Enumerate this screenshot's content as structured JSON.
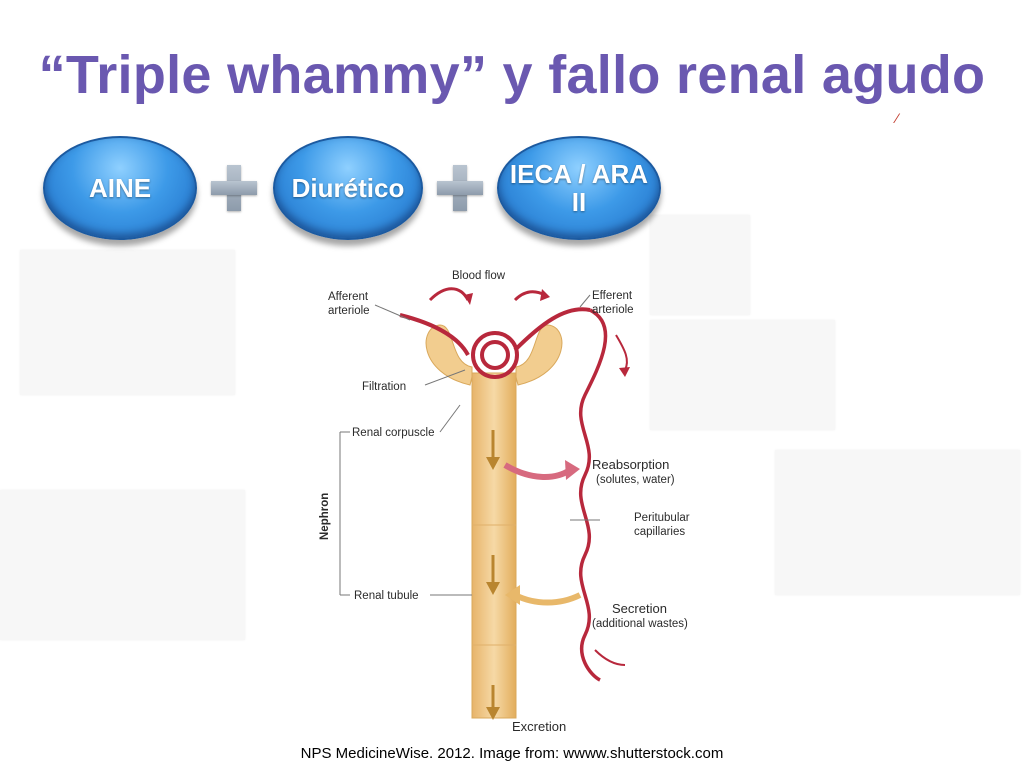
{
  "title": "“Triple whammy” y fallo renal agudo",
  "pills": {
    "aine": "AINE",
    "diuretico": "Diurético",
    "ieca_line1": "IECA / ARA",
    "ieca_line2": "II"
  },
  "diagram": {
    "blood_flow": "Blood flow",
    "afferent_1": "Afferent",
    "afferent_2": "arteriole",
    "efferent_1": "Efferent",
    "efferent_2": "arteriole",
    "filtration": "Filtration",
    "renal_corpuscle": "Renal corpuscle",
    "nephron": "Nephron",
    "reabsorption_1": "Reabsorption",
    "reabsorption_2": "(solutes, water)",
    "peritubular_1": "Peritubular",
    "peritubular_2": "capillaries",
    "renal_tubule": "Renal tubule",
    "secretion_1": "Secretion",
    "secretion_2": "(additional wastes)",
    "excretion": "Excretion"
  },
  "caption": "NPS MedicineWise. 2012. Image from: wwww.shutterstock.com",
  "colors": {
    "title": "#6a58b0",
    "pill": "#3d9ae8",
    "vessel": "#b8283c",
    "tubule": "#e8b86a"
  }
}
